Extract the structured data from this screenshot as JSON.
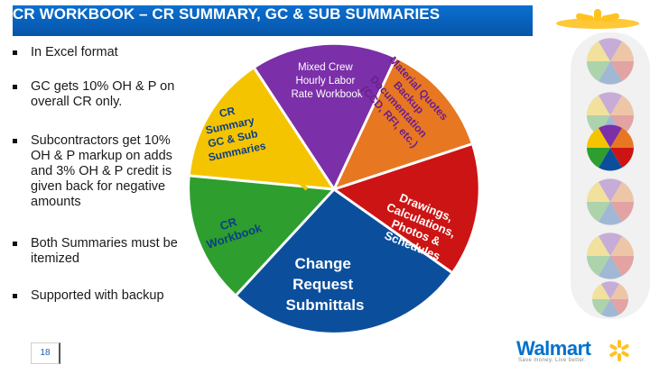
{
  "title": "CR WORKBOOK – CR SUMMARY, GC & SUB SUMMARIES",
  "bullets": [
    "In Excel format",
    "GC gets 10% OH & P on overall CR only.",
    "Subcontractors get 10% OH & P markup on adds and 3% OH & P credit is given back for negative amounts",
    "Both Summaries must be itemized",
    "Supported with backup"
  ],
  "wheel": {
    "purple_label": [
      "Mixed Crew",
      "Hourly Labor",
      "Rate Workbook"
    ],
    "orange_label": [
      "Material Quotes",
      "Backup",
      "Documentation",
      "(CCD, RFI, etc.)"
    ],
    "red_label": [
      "Drawings,",
      "Calculations,",
      "Photos &",
      "Schedules"
    ],
    "yellow_label": [
      "CR",
      "Summary",
      "GC & Sub",
      "Summaries"
    ],
    "green_label": [
      "CR",
      "Workbook"
    ],
    "center_label": [
      "Change",
      "Request",
      "Submittals"
    ]
  },
  "page_number": "18",
  "logo": {
    "name": "Walmart",
    "tagline": "Save money. Live better."
  },
  "colors": {
    "title_bg": "#0655a8",
    "purple": "#7b2fa8",
    "orange": "#e87722",
    "red": "#cc1414",
    "yellow": "#f5c400",
    "green": "#2e9e2e",
    "blue": "#0b4f9c",
    "spark": "#ffc220",
    "brand_blue": "#0071ce"
  }
}
